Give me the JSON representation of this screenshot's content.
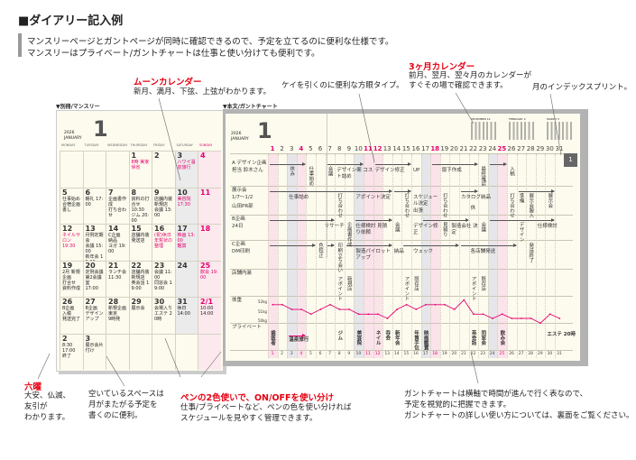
{
  "heading": "■ダイアリー記入例",
  "lead": [
    "マンスリーページとガントページが同時に確認できるので、予定を立てるのに便利な仕様です。",
    "マンスリーはプライベート/ガントチャートは仕事と使い分けても便利です。"
  ],
  "callouts": {
    "moon": {
      "title": "ムーンカレンダー",
      "text": "新月、満月、下弦、上弦がわかります。"
    },
    "grid": {
      "text": "ケイを引くのに便利な方眼タイプ。"
    },
    "three_month": {
      "title": "3ヶ月カレンダー",
      "lines": [
        "前月、翌月、翌々月のカレンダーが",
        "すぐその場で確認できます。"
      ]
    },
    "index": {
      "text": "月のインデックスプリント。"
    },
    "rokuyo": {
      "title": "六曜",
      "lines": [
        "大安、仏滅、",
        "友引が",
        "わかります。"
      ]
    },
    "space": {
      "lines": [
        "空いているスペースは",
        "月がまたがる予定を",
        "書くのに便利。"
      ]
    },
    "pen": {
      "title": "ペンの2色使いで、ON/OFFを使い分け",
      "lines": [
        "仕事/プライベートなど、ペンの色を使い分ければ",
        "スケジュールを見やすく管理できます。"
      ]
    },
    "gantt": {
      "lines": [
        "ガントチャートは横軸で時間が進んで行く表なので、",
        "予定を視覚的に把握できます。",
        "ガントチャートの詳しい使い方については、裏面をご覧ください。"
      ]
    }
  },
  "monthly": {
    "label": "▼別冊/マンスリー",
    "year": "2026",
    "month_name": "JANUARY",
    "month": "1",
    "weekdays": [
      "MONDAY",
      "TUESDAY",
      "WEDNESDAY",
      "THURSDAY",
      "FRIDAY",
      "SATURDAY",
      "SUNDAY"
    ],
    "weeks": [
      [
        "",
        "",
        "",
        "1",
        "2",
        "3",
        "4"
      ],
      [
        "5",
        "6",
        "7",
        "8",
        "9",
        "10",
        "11"
      ],
      [
        "12",
        "13",
        "14",
        "15",
        "16",
        "17",
        "18"
      ],
      [
        "19",
        "20",
        "21",
        "22",
        "23",
        "24",
        "25"
      ],
      [
        "26",
        "27",
        "28",
        "29",
        "30",
        "31",
        "2/1"
      ],
      [
        "2",
        "3",
        "",
        "",
        "",
        "",
        ""
      ]
    ],
    "entries": [
      {
        "w": 0,
        "c": 3,
        "lines": [
          "8時 実家帰省"
        ],
        "pink": true
      },
      {
        "w": 0,
        "c": 5,
        "lines": [
          "ハワイ温泉旅行"
        ],
        "pink": true
      },
      {
        "w": 1,
        "c": 0,
        "lines": [
          "仕事始め",
          "合宿企画書し"
        ]
      },
      {
        "w": 1,
        "c": 1,
        "lines": [
          "朝礼 17:00"
        ]
      },
      {
        "w": 1,
        "c": 2,
        "lines": [
          "企画書作成",
          "打ち合わせ"
        ]
      },
      {
        "w": 1,
        "c": 3,
        "lines": [
          "資料の打合せ",
          "10:30",
          "ジム 20:00"
        ]
      },
      {
        "w": 1,
        "c": 4,
        "lines": [
          "店舗内装",
          "新規店",
          "会議 13:00"
        ]
      },
      {
        "w": 1,
        "c": 5,
        "lines": [
          "美容院",
          "17:30"
        ],
        "pink": true
      },
      {
        "w": 2,
        "c": 0,
        "lines": [
          "ネイルサロン",
          "19:30"
        ],
        "pink": true
      },
      {
        "w": 2,
        "c": 1,
        "lines": [
          "月例定期会",
          "会議 15:00",
          "新年会 19:00"
        ]
      },
      {
        "w": 2,
        "c": 2,
        "lines": [
          "C企画",
          "納品",
          "ヨガ 19:00"
        ]
      },
      {
        "w": 2,
        "c": 3,
        "lines": [
          "店舗内装",
          "発送店"
        ]
      },
      {
        "w": 2,
        "c": 4,
        "lines": [
          "(祝)休日",
          "年賀状の整理"
        ],
        "pink": true
      },
      {
        "w": 2,
        "c": 5,
        "lines": [
          "映画 13:00",
          "鑑賞"
        ],
        "pink": true
      },
      {
        "w": 3,
        "c": 0,
        "lines": [
          "2月 新規企画",
          "打合せ",
          "資料作成"
        ]
      },
      {
        "w": 3,
        "c": 1,
        "lines": [
          "定例会議",
          "第2会議室",
          "17:00"
        ]
      },
      {
        "w": 3,
        "c": 2,
        "lines": [
          "ランチ会",
          "11:30"
        ]
      },
      {
        "w": 3,
        "c": 3,
        "lines": [
          "店舗内装",
          "新規店",
          "英会話 19:00"
        ]
      },
      {
        "w": 3,
        "c": 4,
        "lines": [
          "会議 11:00",
          "同窓会 19:00"
        ]
      },
      {
        "w": 3,
        "c": 6,
        "lines": [
          "飲会 19:00"
        ],
        "pink": true
      },
      {
        "w": 4,
        "c": 0,
        "lines": [
          "B企画",
          "入稿",
          "発送完了"
        ]
      },
      {
        "w": 4,
        "c": 1,
        "lines": [
          "B企画",
          "デザインアップ"
        ]
      },
      {
        "w": 4,
        "c": 2,
        "lines": [
          "新規企画",
          "東京",
          "9時発"
        ]
      },
      {
        "w": 4,
        "c": 3,
        "lines": [
          "展示会"
        ]
      },
      {
        "w": 4,
        "c": 4,
        "lines": [
          "会場入り",
          "エステ 20時"
        ]
      },
      {
        "w": 4,
        "c": 5,
        "lines": [
          "休日",
          "14:00"
        ]
      },
      {
        "w": 4,
        "c": 6,
        "lines": [
          "10:00",
          "14:00"
        ]
      },
      {
        "w": 5,
        "c": 0,
        "lines": [
          "8:30",
          "17:00 終了"
        ]
      },
      {
        "w": 5,
        "c": 1,
        "lines": [
          "展示会片付け"
        ]
      }
    ]
  },
  "gantt_page": {
    "label": "▼本文/ガントチャート",
    "year": "2026",
    "month_name": "JANUARY",
    "month": "1",
    "index_tab": "1",
    "mini_calendars": [
      "DECEMBER 12",
      "FEBRUARY 2",
      "MARCH 3"
    ],
    "red_days": [
      1,
      4,
      11,
      12,
      18,
      25
    ],
    "gray_days": [
      3,
      10,
      17,
      24
    ],
    "rows": [
      {
        "label": [
          "A デザイン企画",
          "担当 鈴木さん"
        ]
      },
      {
        "label": [
          "展示会",
          "1/7〜1/2"
        ],
        "sub": "山田PR部"
      },
      {
        "label": [
          "B企画",
          "24日"
        ]
      },
      {
        "label": [
          "C企画",
          "DM印刷"
        ]
      },
      {
        "label": [
          "店舗内装"
        ]
      },
      {
        "label": [
          "体重"
        ],
        "pink": true
      },
      {
        "label": [
          "プライベート"
        ],
        "pink": true
      }
    ],
    "arrows": [
      {
        "row": 0,
        "from": 1,
        "to": 5
      },
      {
        "row": 0,
        "from": 7,
        "to": 11
      },
      {
        "row": 0,
        "from": 12,
        "to": 16
      },
      {
        "row": 0,
        "from": 18,
        "to": 23
      },
      {
        "row": 0,
        "from": 24,
        "to": 26
      },
      {
        "row": 1,
        "from": 1,
        "to": 14
      },
      {
        "row": 1,
        "from": 14,
        "to": 16
      },
      {
        "row": 1,
        "from": 21,
        "to": 23
      },
      {
        "row": 1,
        "from": 27,
        "to": 31
      },
      {
        "row": 2,
        "from": 1,
        "to": 8
      },
      {
        "row": 2,
        "from": 10,
        "to": 14
      },
      {
        "row": 2,
        "from": 17,
        "to": 22
      },
      {
        "row": 2,
        "from": 24,
        "to": 31
      },
      {
        "row": 3,
        "from": 1,
        "to": 6
      },
      {
        "row": 3,
        "from": 7,
        "to": 8
      },
      {
        "row": 3,
        "from": 9,
        "to": 14
      },
      {
        "row": 3,
        "from": 15,
        "to": 21
      },
      {
        "row": 3,
        "from": 21,
        "to": 27
      },
      {
        "row": 6,
        "from": 3,
        "to": 5,
        "pink": true
      }
    ],
    "items": [
      {
        "row": 0,
        "day": 3,
        "text": "休み",
        "v": true
      },
      {
        "row": 0,
        "day": 5,
        "text": "仕事始め",
        "v": true
      },
      {
        "row": 0,
        "day": 7,
        "text": "会議",
        "v": true
      },
      {
        "row": 0,
        "day": 8,
        "text": "デザイン案 コスト詰め"
      },
      {
        "row": 0,
        "day": 12,
        "text": "デザイン修正"
      },
      {
        "row": 0,
        "day": 16,
        "text": "UP"
      },
      {
        "row": 0,
        "day": 19,
        "text": "版下作成"
      },
      {
        "row": 0,
        "day": 23,
        "text": "最終確認",
        "v": true
      },
      {
        "row": 0,
        "day": 26,
        "text": "入稿",
        "v": true
      },
      {
        "row": 1,
        "day": 3,
        "text": "仕事詰め"
      },
      {
        "row": 1,
        "day": 8,
        "text": "打ち合わせ",
        "v": true
      },
      {
        "row": 1,
        "day": 10,
        "text": "アポイント決定"
      },
      {
        "row": 1,
        "day": 15,
        "text": "打ち合わせ",
        "v": true
      },
      {
        "row": 1,
        "day": 16,
        "text": "スケジュール決定"
      },
      {
        "row": 1,
        "day": 19,
        "text": "打ち合わせ",
        "v": true
      },
      {
        "row": 1,
        "day": 21,
        "text": "カタログ納品"
      },
      {
        "row": 1,
        "day": 22,
        "text": "休"
      },
      {
        "row": 1,
        "day": 26,
        "text": "打ち合わせ",
        "v": true
      },
      {
        "row": 1,
        "day": 27,
        "text": "準備",
        "v": true
      },
      {
        "row": 1,
        "day": 28,
        "text": "展示会搬入",
        "v": true
      },
      {
        "row": 1,
        "day": 30,
        "text": "展示会",
        "v": true
      },
      {
        "row": 1,
        "day": 16,
        "text": "出張",
        "sub": true
      },
      {
        "row": 2,
        "day": 7,
        "text": "リサーチ"
      },
      {
        "row": 2,
        "day": 9,
        "text": "企画書作成",
        "v": true
      },
      {
        "row": 2,
        "day": 10,
        "text": "仕様検討 見積り依頼"
      },
      {
        "row": 2,
        "day": 14,
        "text": "会議",
        "v": true
      },
      {
        "row": 2,
        "day": 16,
        "text": "デザイン修正"
      },
      {
        "row": 2,
        "day": 19,
        "text": "見積り",
        "v": true
      },
      {
        "row": 2,
        "day": 20,
        "text": "製造会社 決定"
      },
      {
        "row": 2,
        "day": 23,
        "text": "会議",
        "v": true
      },
      {
        "row": 2,
        "day": 27,
        "text": "デザイン",
        "v": true
      },
      {
        "row": 2,
        "day": 29,
        "text": "仕様検討"
      },
      {
        "row": 3,
        "day": 6,
        "text": "色校正",
        "v": true
      },
      {
        "row": 3,
        "day": 8,
        "text": "印刷立ち会い",
        "v": true
      },
      {
        "row": 3,
        "day": 10,
        "text": "製造パイロットアップ"
      },
      {
        "row": 3,
        "day": 14,
        "text": "納品"
      },
      {
        "row": 3,
        "day": 16,
        "text": "ウェック"
      },
      {
        "row": 3,
        "day": 22,
        "text": "各店舗発送"
      },
      {
        "row": 3,
        "day": 28,
        "text": "発送終了",
        "v": true
      },
      {
        "row": 4,
        "day": 8,
        "text": "アポイント",
        "v": true
      },
      {
        "row": 4,
        "day": 9,
        "text": "新規店",
        "v": true
      },
      {
        "row": 4,
        "day": 15,
        "text": "アポイント",
        "v": true
      },
      {
        "row": 4,
        "day": 16,
        "text": "既存店",
        "v": true
      },
      {
        "row": 4,
        "day": 22,
        "text": "アポイント",
        "v": true
      },
      {
        "row": 4,
        "day": 23,
        "text": "既存店",
        "v": true
      },
      {
        "row": 6,
        "day": 1,
        "text": "歯医者",
        "v": true,
        "pink": true
      },
      {
        "row": 6,
        "day": 3,
        "text": "温泉旅行",
        "pink": true,
        "low": true
      },
      {
        "row": 6,
        "day": 8,
        "text": "ジム",
        "v": true,
        "pink": true
      },
      {
        "row": 6,
        "day": 10,
        "text": "美容院",
        "v": true,
        "pink": true
      },
      {
        "row": 6,
        "day": 12,
        "text": "ネイル",
        "v": true,
        "pink": true
      },
      {
        "row": 6,
        "day": 13,
        "text": "呑会",
        "v": true,
        "pink": true
      },
      {
        "row": 6,
        "day": 14,
        "text": "新年会",
        "v": true,
        "pink": true
      },
      {
        "row": 6,
        "day": 16,
        "text": "年賀手伝",
        "v": true,
        "pink": true
      },
      {
        "row": 6,
        "day": 17,
        "text": "映画鑑賞",
        "v": true,
        "pink": true
      },
      {
        "row": 6,
        "day": 22,
        "text": "英会話",
        "v": true,
        "pink": true
      },
      {
        "row": 6,
        "day": 23,
        "text": "同窓会",
        "v": true,
        "pink": true
      },
      {
        "row": 6,
        "day": 25,
        "text": "飲み会",
        "v": true,
        "pink": true
      },
      {
        "row": 6,
        "day": 30,
        "text": "エステ 20時",
        "pink": true
      }
    ],
    "weight": {
      "labels": [
        "52kg",
        "51kg",
        "50kg"
      ],
      "scale": [
        52,
        51,
        50
      ],
      "values": [
        51.75,
        51.75,
        51.25,
        51.25,
        50.75,
        51.25,
        51.75,
        51.25,
        51.25,
        50.75,
        50.75,
        50.75,
        50.3,
        51.25,
        51.75,
        51.25,
        51.75,
        51.75,
        51.75,
        51.25,
        52.25,
        50.75,
        50.75,
        50.3,
        50.75,
        50.3,
        50.3,
        50.3,
        49.8,
        50.75,
        50.3
      ],
      "color": "#e5006e"
    }
  }
}
